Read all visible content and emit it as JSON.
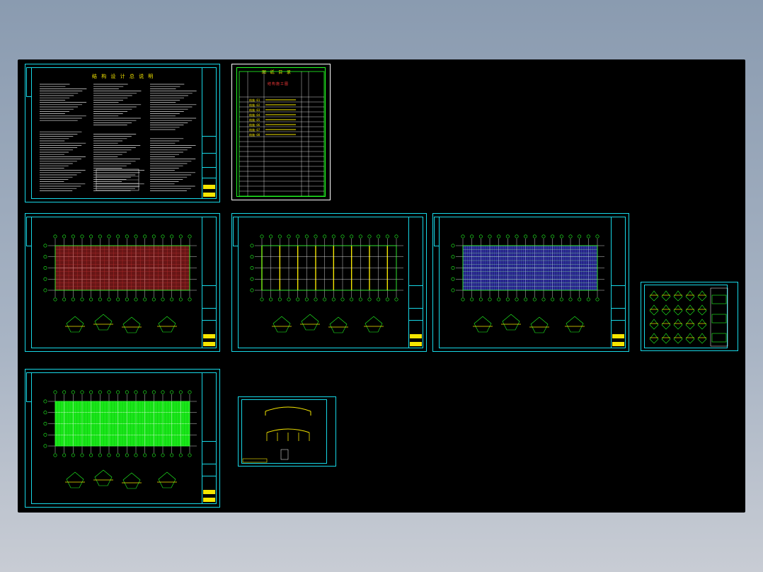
{
  "viewer": {
    "background_color": "#000000",
    "frame_color": "#17d7e6",
    "highlight_color": "#f5e600",
    "grid_color": "#22ff22"
  },
  "sheets": [
    {
      "id": "design-notes",
      "title": "结 构 设 计 总 说 明"
    },
    {
      "id": "drawing-index",
      "title": "图 纸 目 录",
      "subtitle": "结构施工图"
    },
    {
      "id": "foundation-plan"
    },
    {
      "id": "column-layout"
    },
    {
      "id": "roof-purlin-plan"
    },
    {
      "id": "node-details"
    },
    {
      "id": "roof-panel-plan"
    },
    {
      "id": "frame-elevation"
    }
  ],
  "index_table": {
    "rows": [
      "结施-01",
      "结施-02",
      "结施-03",
      "结施-04",
      "结施-05",
      "结施-06",
      "结施-07",
      "结施-08"
    ]
  }
}
